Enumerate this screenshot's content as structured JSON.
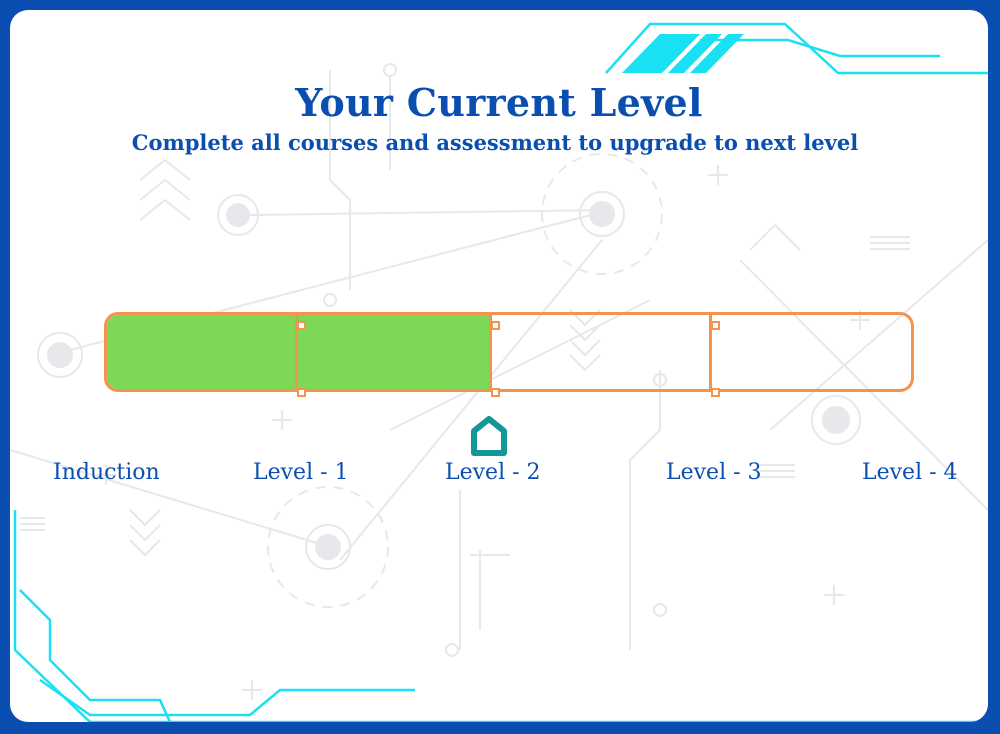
{
  "header": {
    "title": "Your Current Level",
    "subtitle": "Complete all courses and assessment to upgrade to next level"
  },
  "progress": {
    "levels": [
      "Induction",
      "Level - 1",
      "Level - 2",
      "Level - 3",
      "Level - 4"
    ],
    "current_level": "Level - 2",
    "completed_fraction": 0.475,
    "colors": {
      "fill": "#7dd858",
      "border": "#f4924f",
      "marker": "#13979b",
      "text": "#0a4fb0",
      "frame": "#0a4fb0",
      "accent": "#19e0f2"
    }
  }
}
